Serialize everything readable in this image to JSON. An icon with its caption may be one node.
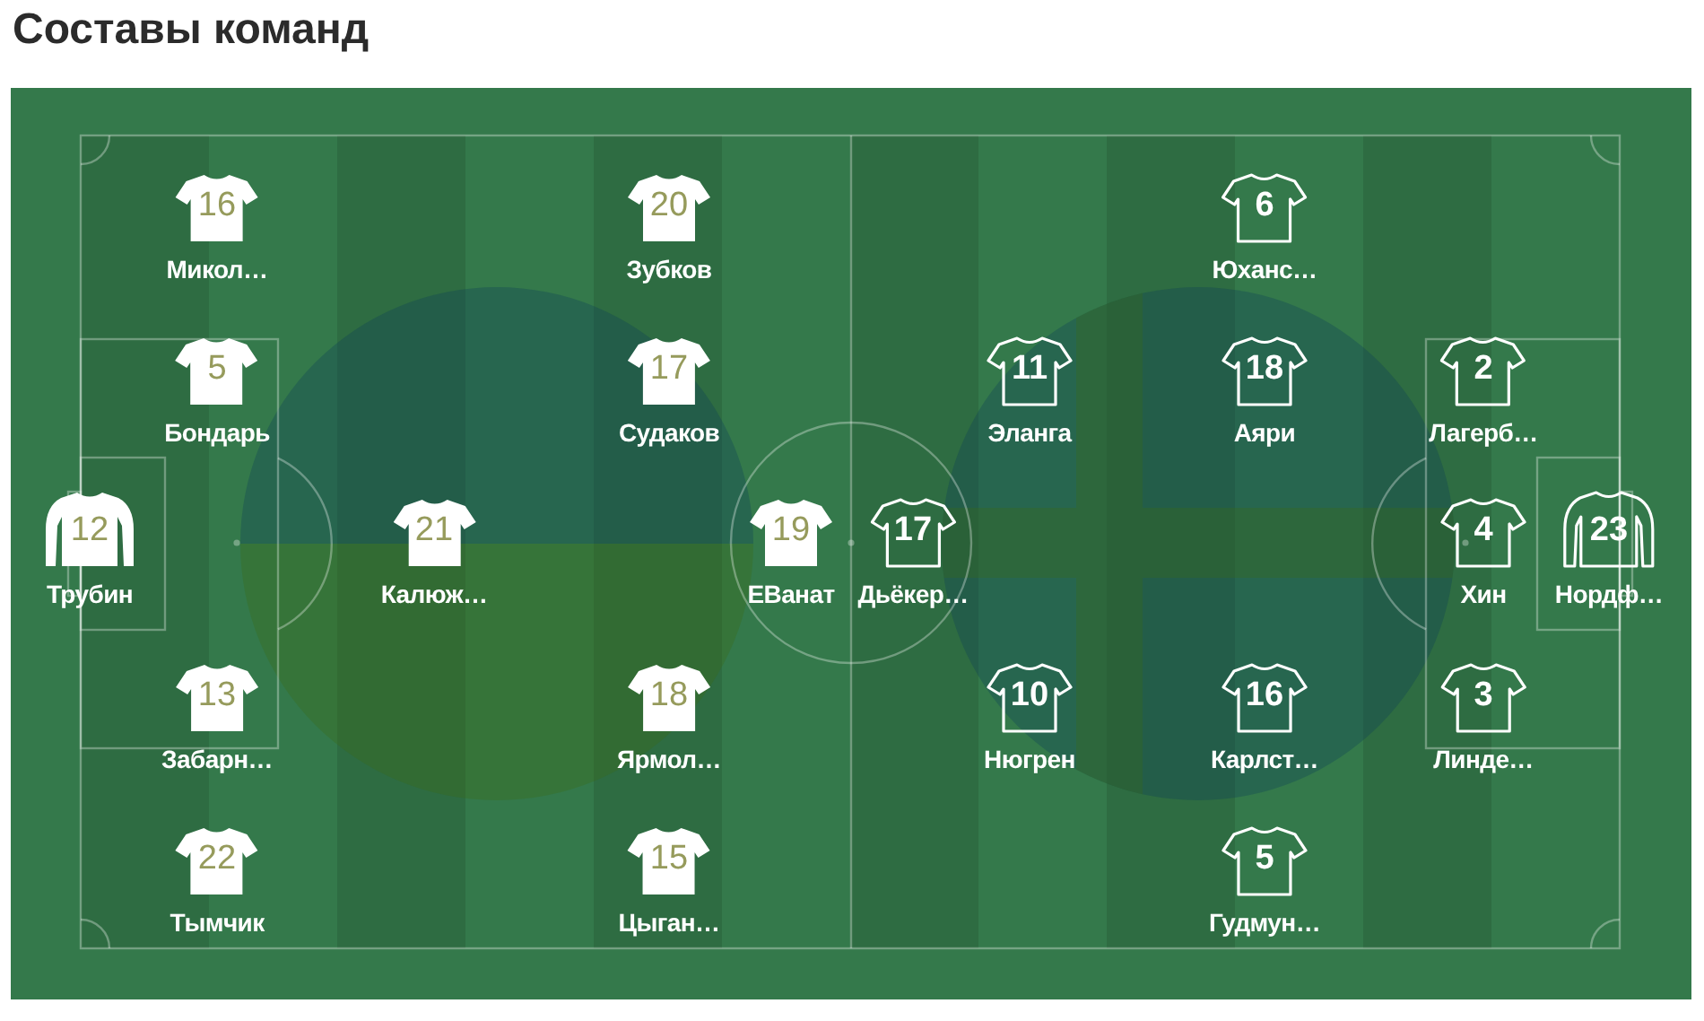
{
  "diagram": {
    "title": "Составы команд",
    "nodes": [
      {
        "text": [
          "16",
          "Микол…"
        ]
      },
      {
        "text": [
          "20",
          "Зубков"
        ]
      },
      {
        "text": [
          "5",
          "Бондарь"
        ]
      },
      {
        "text": [
          "17",
          "Судаков"
        ]
      },
      {
        "text": [
          "12",
          "Трубин"
        ]
      },
      {
        "text": [
          "21",
          "Калюж…"
        ]
      },
      {
        "text": [
          "19",
          "ЕВанат"
        ]
      },
      {
        "text": [
          "13",
          "Забарн…"
        ]
      },
      {
        "text": [
          "18",
          "Ярмол…"
        ]
      },
      {
        "text": [
          "22",
          "Тымчик"
        ]
      },
      {
        "text": [
          "15",
          "Цыган…"
        ]
      },
      {
        "text": [
          "6",
          "Юханс…"
        ]
      },
      {
        "text": [
          "11",
          "Эланга"
        ]
      },
      {
        "text": [
          "18",
          "Аяри"
        ]
      },
      {
        "text": [
          "2",
          "Лагерб…"
        ]
      },
      {
        "text": [
          "17",
          "Дьёкер…"
        ]
      },
      {
        "text": [
          "4",
          "Хин"
        ]
      },
      {
        "text": [
          "23",
          "Нордф…"
        ]
      },
      {
        "text": [
          "10",
          "Нюгрен"
        ]
      },
      {
        "text": [
          "16",
          "Карлст…"
        ]
      },
      {
        "text": [
          "3",
          "Линде…"
        ]
      },
      {
        "text": [
          "5",
          "Гудмун…"
        ]
      }
    ]
  }
}
